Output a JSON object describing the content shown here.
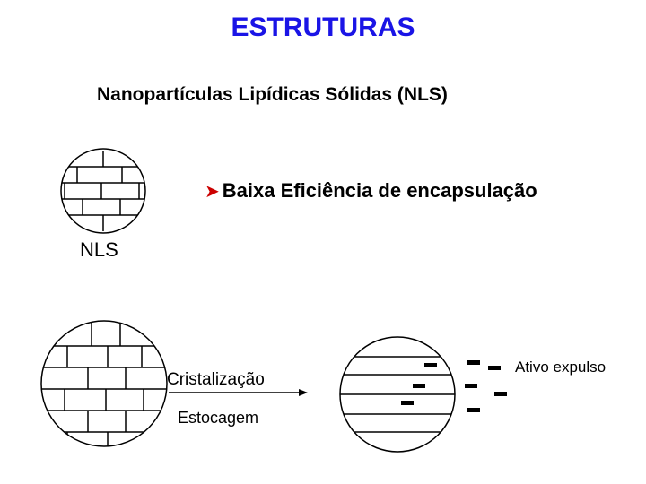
{
  "title": "ESTRUTURAS",
  "subtitle": "Nanopartículas Lipídicas Sólidas (NLS)",
  "bullet": {
    "icon": "red-arrow-icon",
    "icon_color": "#cc0000",
    "text": "Baixa Eficiência de encapsulação"
  },
  "particle_label": "NLS",
  "process": {
    "label_top": "Cristalização",
    "label_bottom": "Estocagem"
  },
  "expelled_label": "Ativo expulso",
  "colors": {
    "title": "#1a14e6",
    "lines": "#000000"
  }
}
